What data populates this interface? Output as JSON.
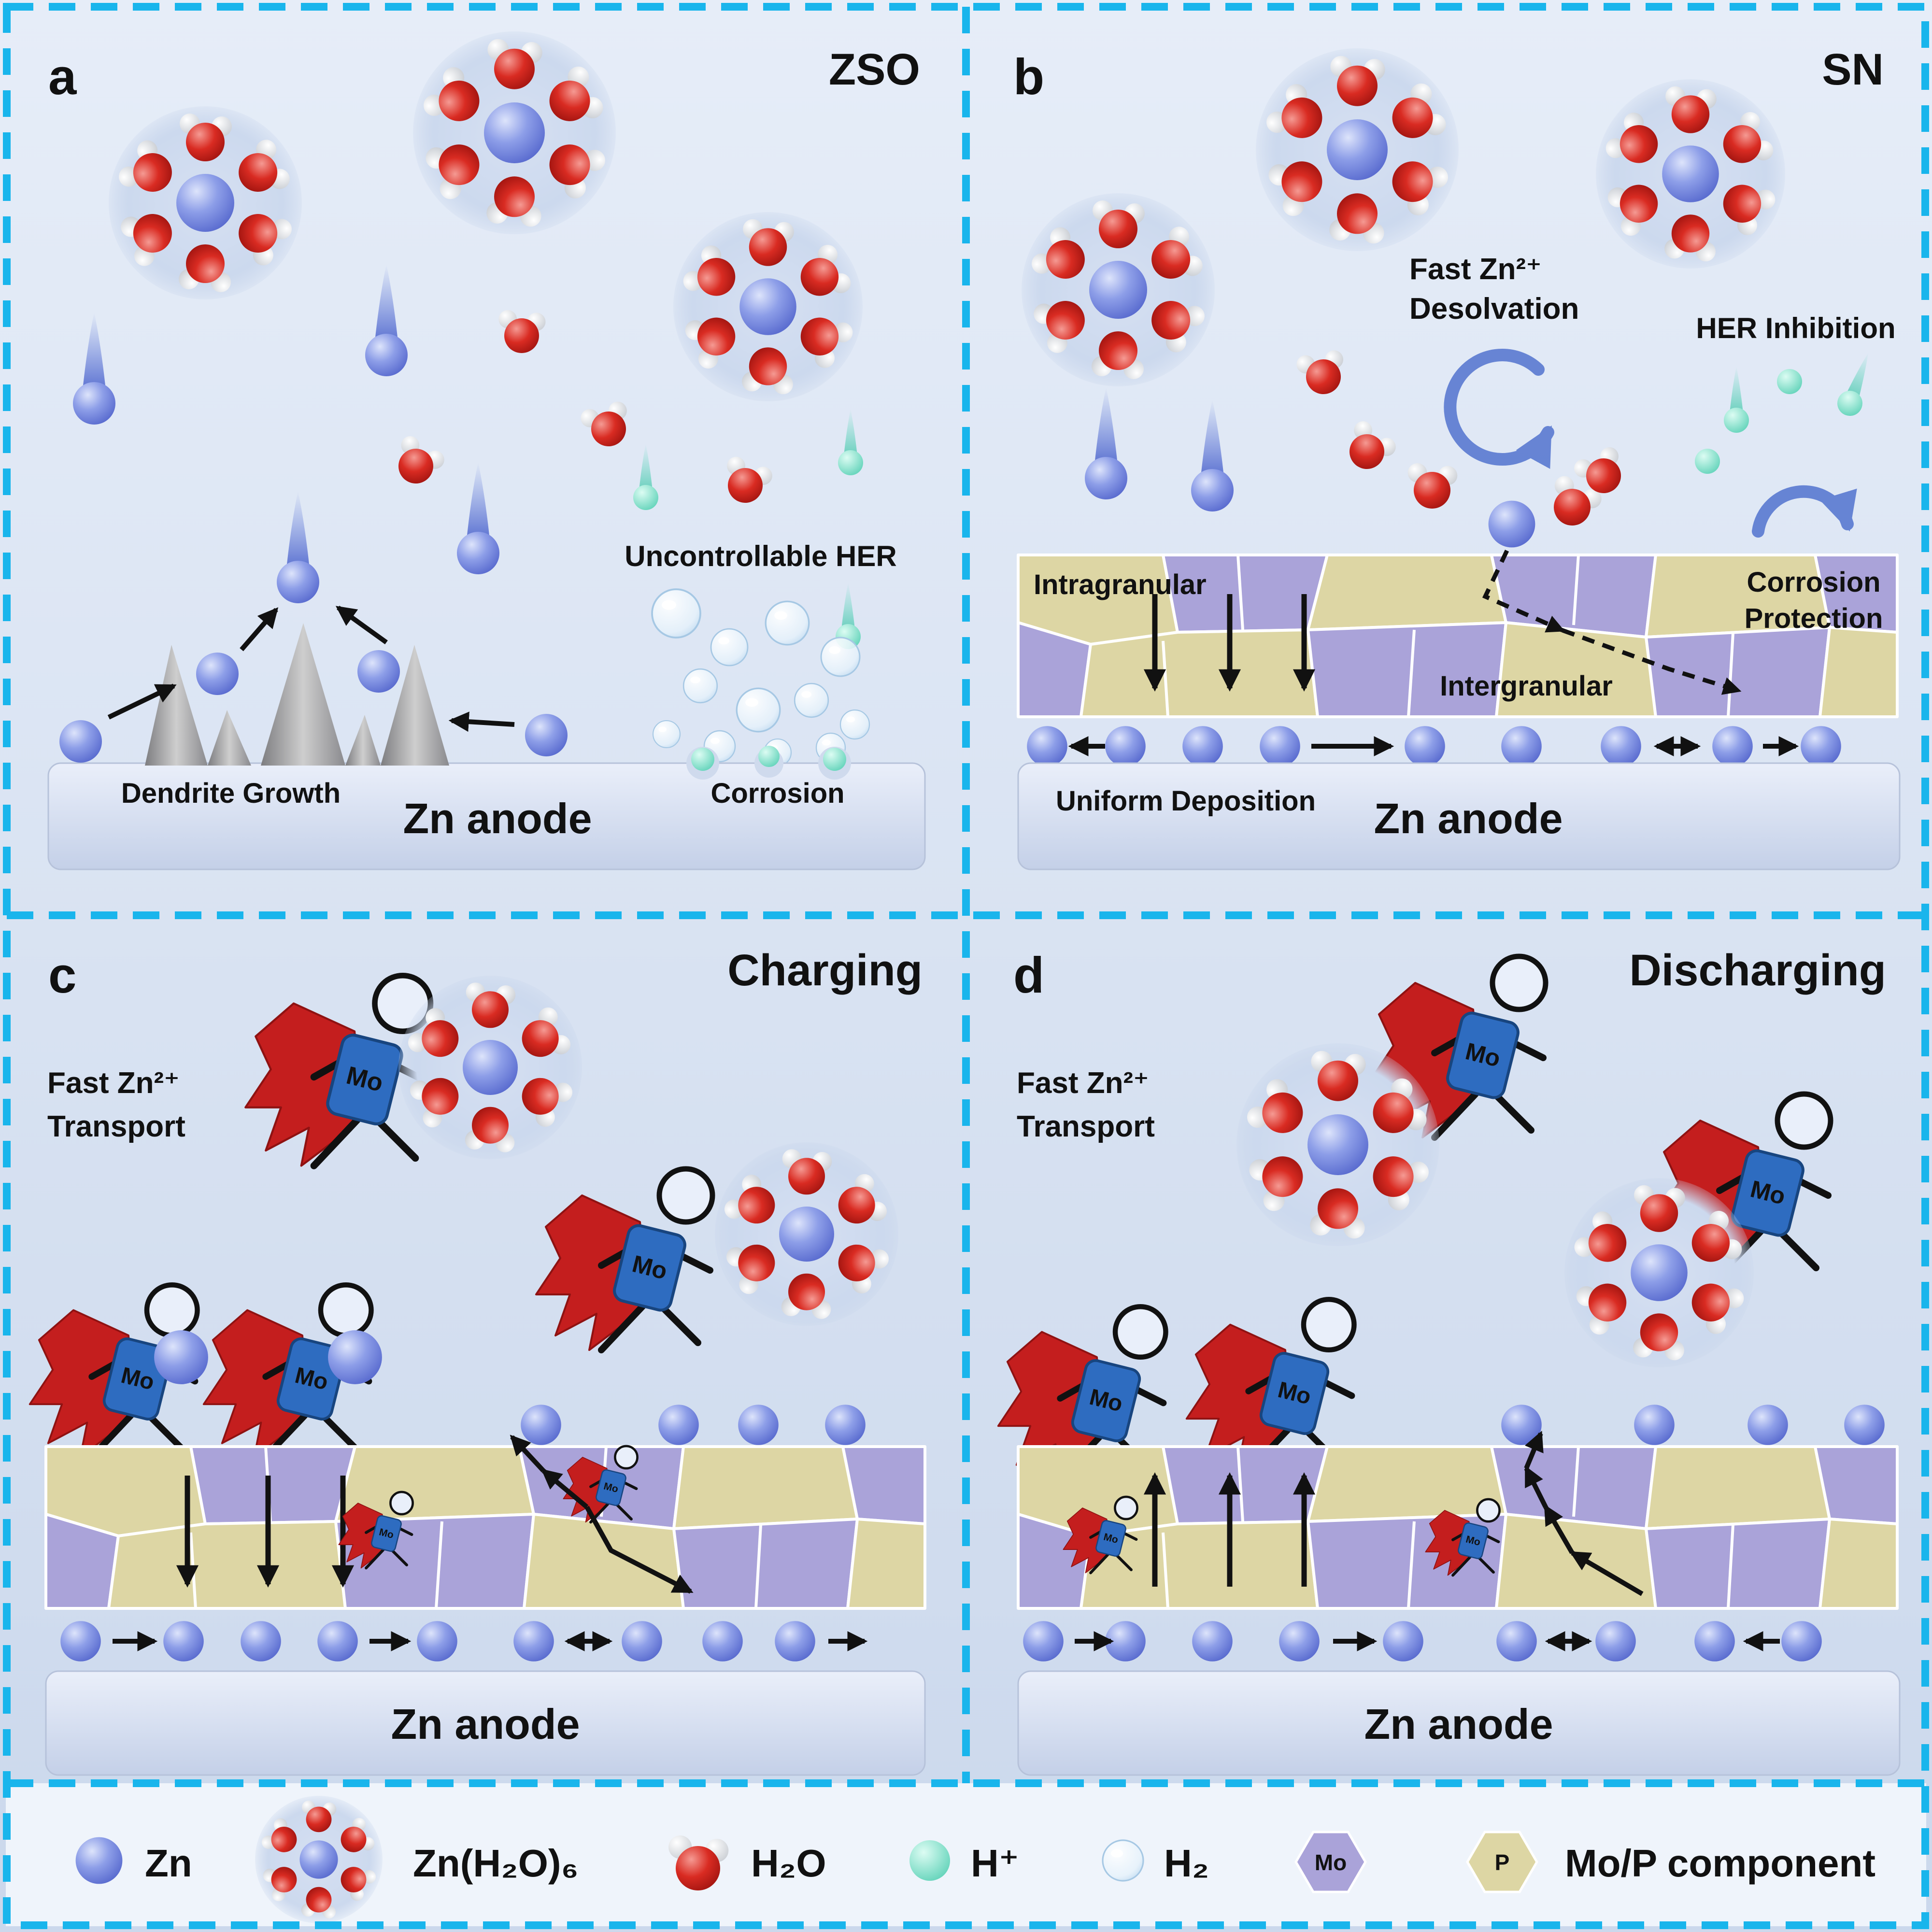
{
  "figure": {
    "hero_label": "Mo"
  },
  "panel_a": {
    "label": "a",
    "title": "ZSO",
    "her": "Uncontrollable HER",
    "dendrite": "Dendrite Growth",
    "corrosion": "Corrosion",
    "anode": "Zn anode"
  },
  "panel_b": {
    "label": "b",
    "title": "SN",
    "desolvation_line1": "Fast Zn²⁺",
    "desolvation_line2": "Desolvation",
    "her_inhibition": "HER Inhibition",
    "intragranular": "Intragranular",
    "intergranular": "Intergranular",
    "protection_line1": "Corrosion",
    "protection_line2": "Protection",
    "uniform": "Uniform Deposition",
    "anode": "Zn anode"
  },
  "panel_c": {
    "label": "c",
    "title": "Charging",
    "transport_line1": "Fast Zn²⁺",
    "transport_line2": "Transport",
    "anode": "Zn anode"
  },
  "panel_d": {
    "label": "d",
    "title": "Discharging",
    "transport_line1": "Fast Zn²⁺",
    "transport_line2": "Transport",
    "anode": "Zn anode"
  },
  "legend": {
    "zn": "Zn",
    "solvated": "Zn(H₂O)₆",
    "water": "H₂O",
    "proton": "H⁺",
    "hydrogen": "H₂",
    "mo_hex": "Mo",
    "p_hex": "P",
    "mop": "Mo/P component"
  },
  "colors": {
    "border": "#19b5ec",
    "zn_sphere": "#7c8fe0",
    "oxygen": "#cd1f1f",
    "proton": "#7fe0cc",
    "grain_purple": "#aaa3d9",
    "grain_tan": "#ddd6a4",
    "cape_red": "#c41e1e",
    "hero_blue": "#2e6cc0"
  }
}
